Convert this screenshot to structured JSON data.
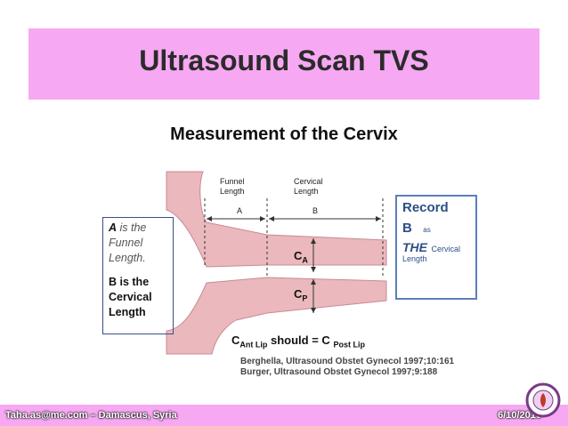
{
  "header": {
    "title": "Ultrasound Scan TVS"
  },
  "subtitle": "Measurement of the Cervix",
  "diagram": {
    "funnel_label_1": "Funnel",
    "funnel_label_2": "Length",
    "cervical_label_1": "Cervical",
    "cervical_label_2": "Length",
    "seg_a": "A",
    "seg_b": "B",
    "ca_main": "C",
    "ca_sub": "A",
    "cp_main": "C",
    "cp_sub": "P"
  },
  "left_note": {
    "a_letter": "A",
    "a_text_1": " is the",
    "a_text_2": "Funnel",
    "a_text_3": "Length.",
    "b_line_1": "B is the",
    "b_line_2": "Cervical",
    "b_line_3": "Length"
  },
  "record_note": {
    "record": "Record",
    "b": "B",
    "as": "as",
    "the": "THE",
    "cervical": "Cervical",
    "length": "Length"
  },
  "equation": {
    "c1": "C",
    "sub1": "Ant Lip",
    "middle": " should = C ",
    "sub2": "Post Lip"
  },
  "references": [
    "Berghella, Ultrasound Obstet Gynecol 1997;10:161",
    "Burger, Ultrasound Obstet Gynecol 1997;9:188"
  ],
  "footer": {
    "left": "Taha.as@me.com – Damascus, Syria",
    "right": "6/10/2016"
  },
  "colors": {
    "pink_bar": "#f7a8f2",
    "tissue": "#eab8bd",
    "record_blue": "#2c4f86"
  }
}
